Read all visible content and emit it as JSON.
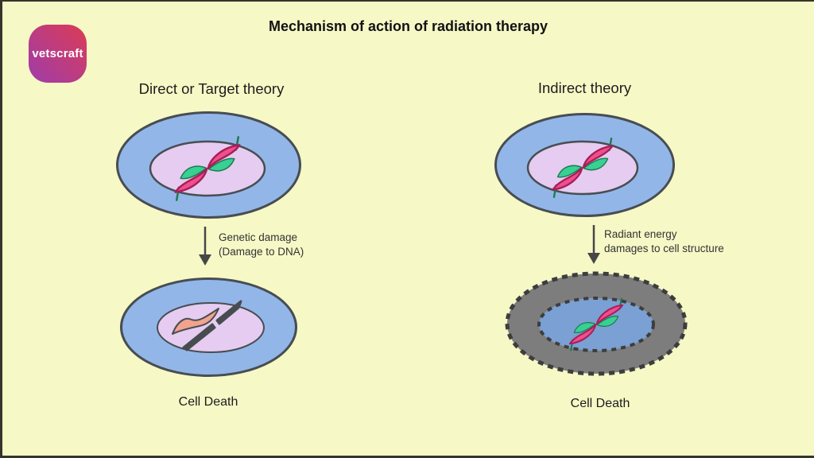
{
  "title": "Mechanism of action of radiation therapy",
  "logo": {
    "text": "vetscraft"
  },
  "direct": {
    "heading": "Direct or Target theory",
    "arrow_label_line1": "Genetic damage",
    "arrow_label_line2": "(Damage to DNA)",
    "result": "Cell Death"
  },
  "indirect": {
    "heading": "Indirect theory",
    "arrow_label_line1": "Radiant energy",
    "arrow_label_line2": "damages to cell structure",
    "result": "Cell Death"
  },
  "colors": {
    "bg": "#f6f8c6",
    "frame_border": "#35352c",
    "outline": "#484d52",
    "cell_membrane": "#92b6e8",
    "nucleus": "#e5ccf0",
    "dna_pink": "#ef4f8b",
    "dna_pink_outline": "#a81e5a",
    "dna_green": "#38d093",
    "dna_green_outline": "#1e7a4e",
    "arrow": "#474747",
    "damaged_cytoplasm": "#7d7d7d",
    "damaged_border": "#3d3d3d",
    "damaged_inner_blue": "#7aa0d4",
    "broken_dna_salmon": "#f2a38d",
    "broken_strand_dark": "#474c51",
    "logo_gradient_start": "#dc3b55",
    "logo_gradient_end": "#9e3dab"
  }
}
